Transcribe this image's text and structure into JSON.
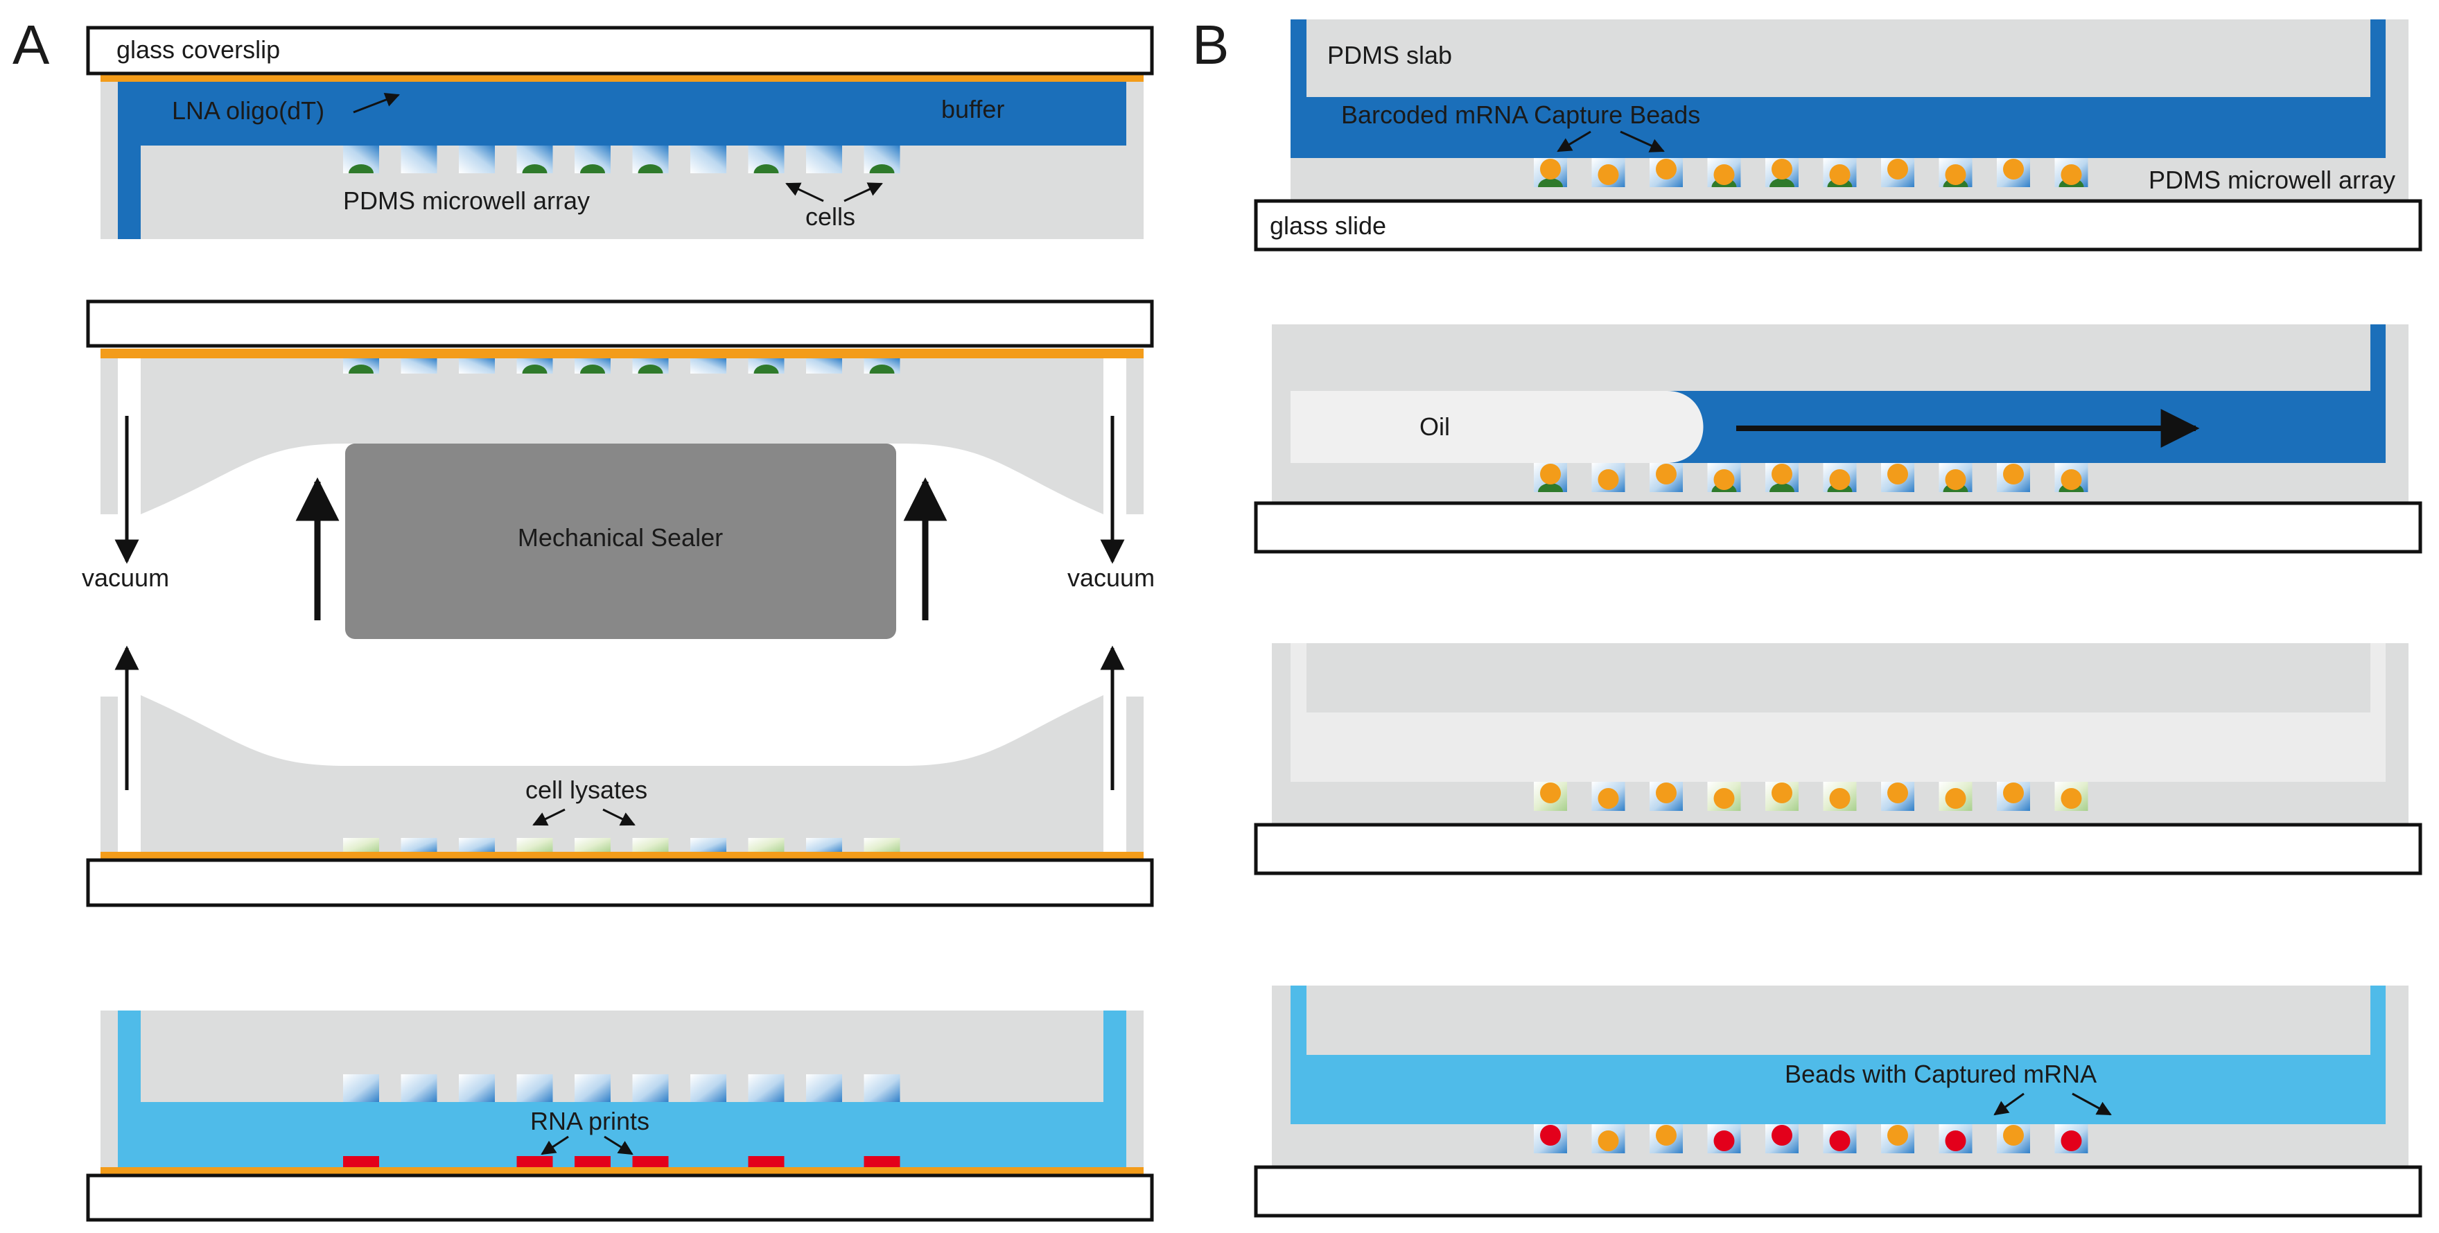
{
  "panels": {
    "a": {
      "letter": "A",
      "glass_coverslip": "glass coverslip",
      "lna_oligo": "LNA oligo(dT)",
      "buffer": "buffer",
      "microwell_array": "PDMS microwell array",
      "cells": "cells",
      "vacuum_left": "vacuum",
      "vacuum_right": "vacuum",
      "mechanical_sealer": "Mechanical Sealer",
      "cell_lysates": "cell lysates",
      "rna_prints": "RNA prints"
    },
    "b": {
      "letter": "B",
      "pdms_slab": "PDMS slab",
      "capture_beads": "Barcoded mRNA Capture Beads",
      "microwell_array": "PDMS microwell array",
      "glass_slide": "glass slide",
      "oil": "Oil",
      "beads_captured": "Beads with Captured mRNA"
    }
  },
  "colors": {
    "pdms": "#dcdddd",
    "buffer_dark": "#1b6fba",
    "buffer_light": "#4fbbe9",
    "oligo_layer": "#f39c1a",
    "sealer": "#888888",
    "bead": "#f39c1a",
    "bead_captured": "#e3001b",
    "cell": "#2f7a2b",
    "rna_print": "#e3001b",
    "lysate": "#a8d08d"
  }
}
